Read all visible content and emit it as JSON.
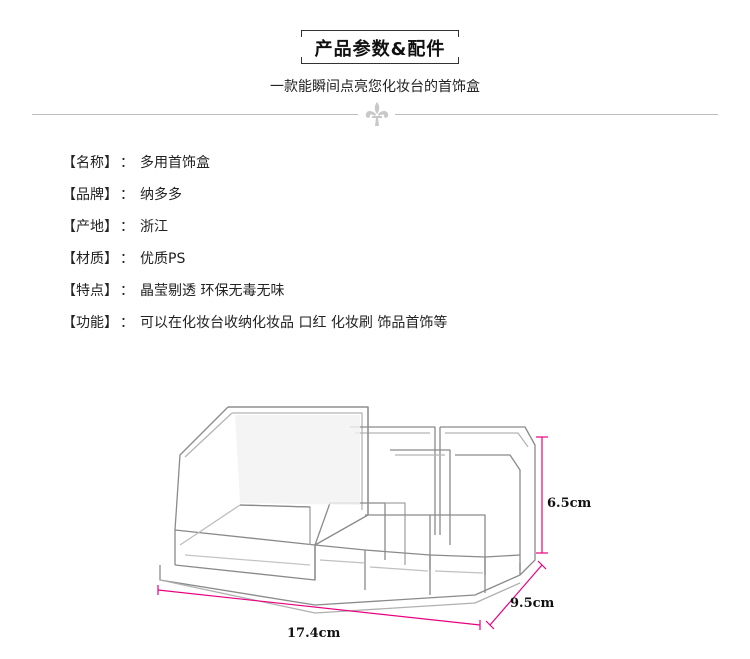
{
  "header": {
    "title": "产品参数&配件",
    "subtitle": "一款能瞬间点亮您化妆台的首饰盒"
  },
  "params": [
    {
      "key": "【名称】",
      "sep": "：",
      "value": "多用首饰盒"
    },
    {
      "key": "【品牌】",
      "sep": "：",
      "value": "纳多多"
    },
    {
      "key": "【产地】",
      "sep": "：",
      "value": "浙江"
    },
    {
      "key": "【材质】",
      "sep": "：",
      "value": "优质PS"
    },
    {
      "key": "【特点】",
      "sep": "：",
      "value": "晶莹剔透 环保无毒无味"
    },
    {
      "key": "【功能】",
      "sep": "：",
      "value": "可以在化妆台收纳化妆品 口红 化妆刷 饰品首饰等"
    }
  ],
  "dimensions": {
    "height": "6.5cm",
    "depth": "9.5cm",
    "width": "17.4cm",
    "line_color": "#e8007f"
  }
}
